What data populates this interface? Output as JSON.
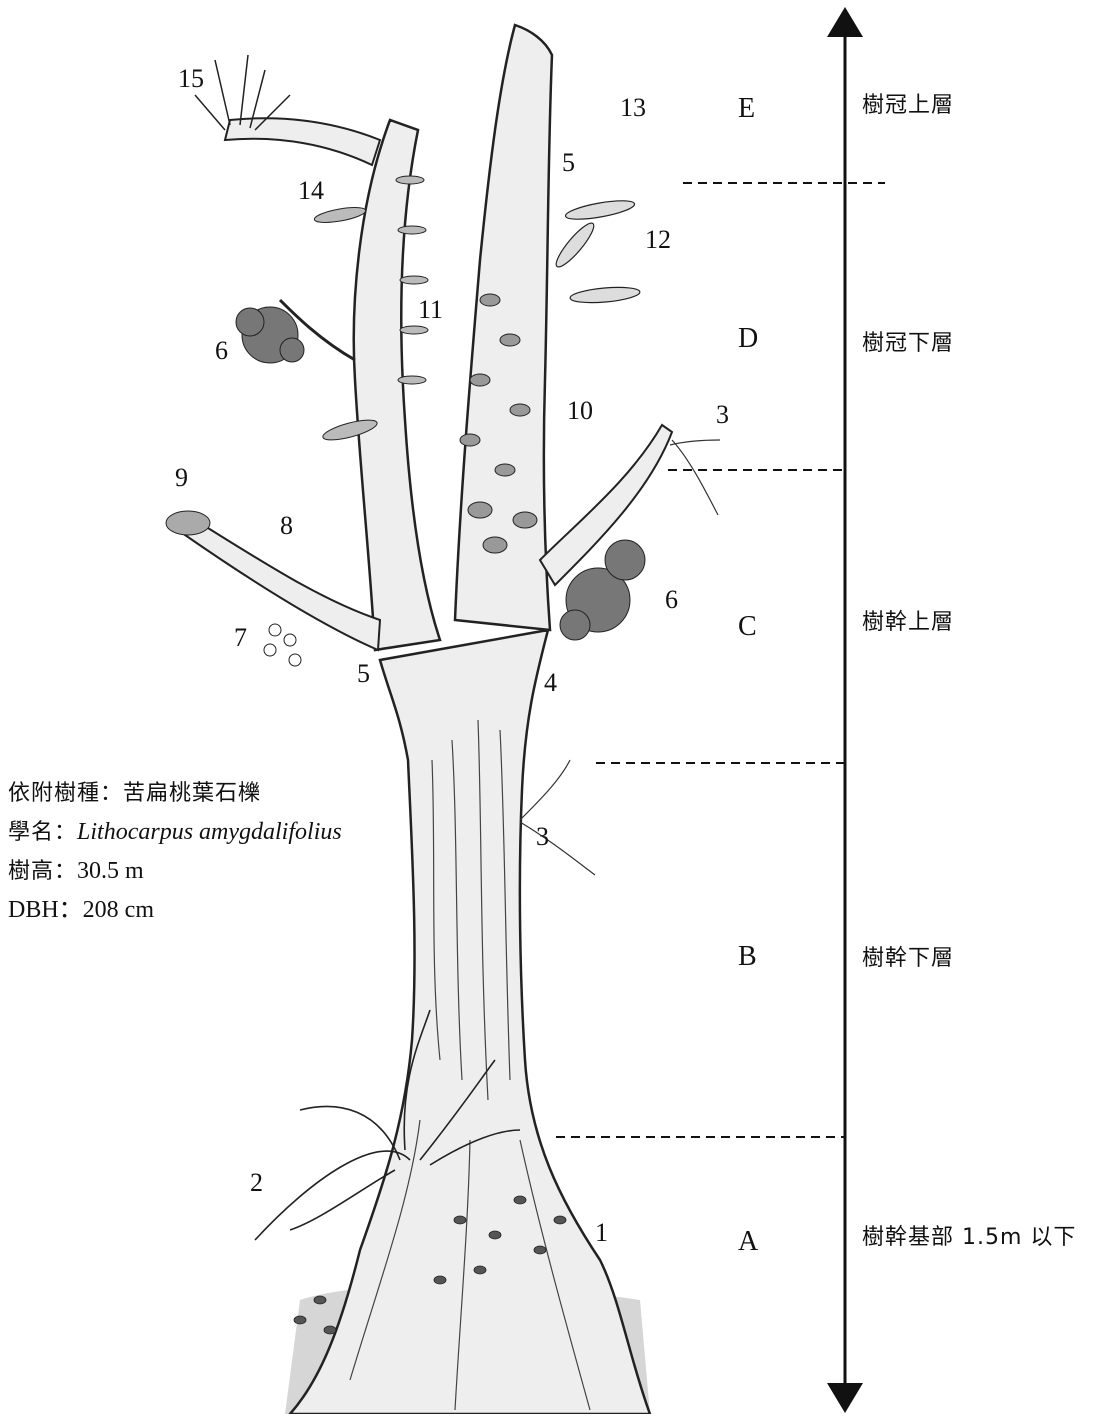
{
  "labels": {
    "n1": "1",
    "n2": "2",
    "n3a": "3",
    "n3b": "3",
    "n4": "4",
    "n5a": "5",
    "n5b": "5",
    "n6a": "6",
    "n6b": "6",
    "n7": "7",
    "n8": "8",
    "n9": "9",
    "n10": "10",
    "n11": "11",
    "n12": "12",
    "n13": "13",
    "n14": "14",
    "n15": "15"
  },
  "zones": {
    "e": "E",
    "d": "D",
    "c": "C",
    "b": "B",
    "a": "A"
  },
  "layers": {
    "e": "樹冠上層",
    "d": "樹冠下層",
    "c": "樹幹上層",
    "b": "樹幹下層",
    "a": "樹幹基部 1.5m 以下"
  },
  "info": {
    "host_key": "依附樹種：",
    "host_value": "苦扁桃葉石櫟",
    "sci_key": "學名：",
    "sci_value": "Lithocarpus amygdalifolius",
    "height_key": "樹高：",
    "height_value": "30.5 m",
    "dbh_key": "DBH：",
    "dbh_value": "208 cm"
  }
}
